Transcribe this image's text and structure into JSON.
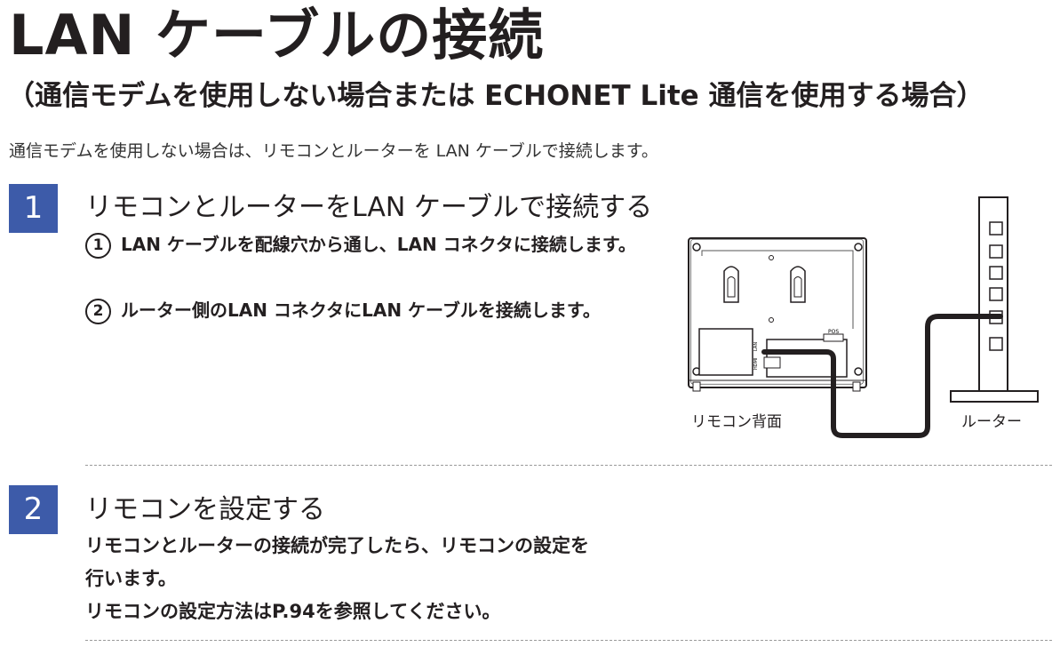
{
  "title": "LAN ケーブルの接続",
  "subtitle": "（通信モデムを使用しない場合または ECHONET Lite 通信を使用する場合）",
  "intro": "通信モデムを使用しない場合は、リモコンとルーターを LAN ケーブルで接続します。",
  "steps": [
    {
      "number": "1",
      "title": "リモコンとルーターをLAN ケーブルで接続する",
      "substeps": [
        {
          "marker": "1",
          "text": "LAN ケーブルを配線穴から通し、LAN コネクタに接続します。"
        },
        {
          "marker": "2",
          "text": "ルーター側のLAN コネクタにLAN ケーブルを接続します。"
        }
      ]
    },
    {
      "number": "2",
      "title": "リモコンを設定する",
      "lines": [
        "リモコンとルーターの接続が完了したら、リモコンの設定を",
        "行います。",
        "リモコンの設定方法はP.94を参照してください。"
      ]
    }
  ],
  "diagram": {
    "remote_label": "リモコン背面",
    "router_label": "ルーター",
    "pos_label": "POS",
    "hdmi_label": "HDMI",
    "lan_label": "LAN"
  }
}
